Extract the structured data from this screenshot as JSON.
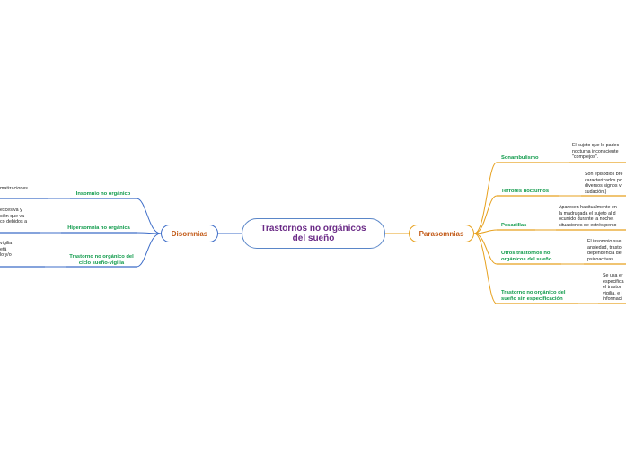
{
  "central": {
    "title": "Trastornos no orgánicos del sueño"
  },
  "left": {
    "title": "Disomnias",
    "items": [
      {
        "label": "Insomnio no orgánico",
        "desc": "matizaciones"
      },
      {
        "label": "Hipersomnia no orgánica",
        "desc": "excesiva y\nción que va\nco debidos a"
      },
      {
        "label": "Trastorno no orgánico del ciclo sueño-vigilia",
        "desc": "vigilia\netá\nlo y/o"
      }
    ]
  },
  "right": {
    "title": "Parasomnias",
    "items": [
      {
        "label": "Sonambulismo",
        "desc": "El sujeto que lo padec\nnocturna inconsciente\n\"complejos\"."
      },
      {
        "label": "Terrores nocturnos",
        "desc": "Son episodios bre\ncaracterizados po\ndiversos signos v\nsudación.)"
      },
      {
        "label": "Pesadillas",
        "desc": "Aparecen habitualmente en\nla madrugada el sujeto al d\nocurrido durante la noche.\nsituaciones de estrés perso"
      },
      {
        "label": "Otros trastornos no orgánicos del sueño",
        "desc": "El insomnio sue\nansiedad, trasto\ndependencia de\npsicoactivas."
      },
      {
        "label": "Trastorno no orgánico del sueño sin especificación",
        "desc": "Se usa er\nespecifica\nel trastor\nvigilia, e i\ninformaci"
      }
    ]
  },
  "colors": {
    "left_branch": "#3c6cc8",
    "right_branch": "#e7a11e",
    "central_text": "#6a2a86",
    "main_text": "#c25a17",
    "sub_text": "#0e9a4a"
  }
}
